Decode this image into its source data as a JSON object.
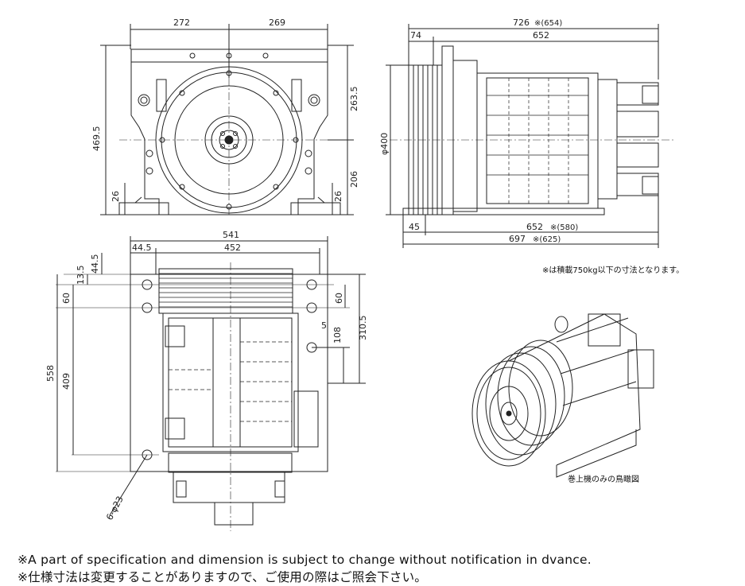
{
  "front_view": {
    "dim_top_left": "272",
    "dim_top_right": "269",
    "dim_left_height": "469.5",
    "dim_right_upper": "263.5",
    "dim_right_lower": "206",
    "dim_base_left": "26",
    "dim_base_right": "26"
  },
  "side_view": {
    "dim_overall_top": "726",
    "dim_overall_top_note": "※(654)",
    "dim_sheave_width": "74",
    "dim_body_top": "652",
    "dim_diameter": "φ400",
    "dim_bottom_offset": "45",
    "dim_body_bottom": "652",
    "dim_body_bottom_note": "※(580)",
    "dim_overall_bottom": "697",
    "dim_overall_bottom_note": "※(625)"
  },
  "top_view": {
    "dim_width": "541",
    "dim_inner_left": "44.5",
    "dim_inner": "452",
    "dim_left_small_1": "44.5",
    "dim_left_small_2": "13.5",
    "dim_left_60": "60",
    "dim_left_558": "558",
    "dim_left_409": "409",
    "dim_right_60": "60",
    "dim_right_5": "5",
    "dim_right_108": "108",
    "dim_right_310": "310.5",
    "dim_holes": "6-φ23"
  },
  "notes": {
    "capacity_note": "※は積載750kg以下の寸法となります。",
    "iso_caption": "巻上機のみの鳥瞰図",
    "footer_en": "※A part of specification and dimension is subject to change without notification in dvance.",
    "footer_jp": "※仕様寸法は変更することがありますので、ご使用の際はご照会下さい。"
  }
}
